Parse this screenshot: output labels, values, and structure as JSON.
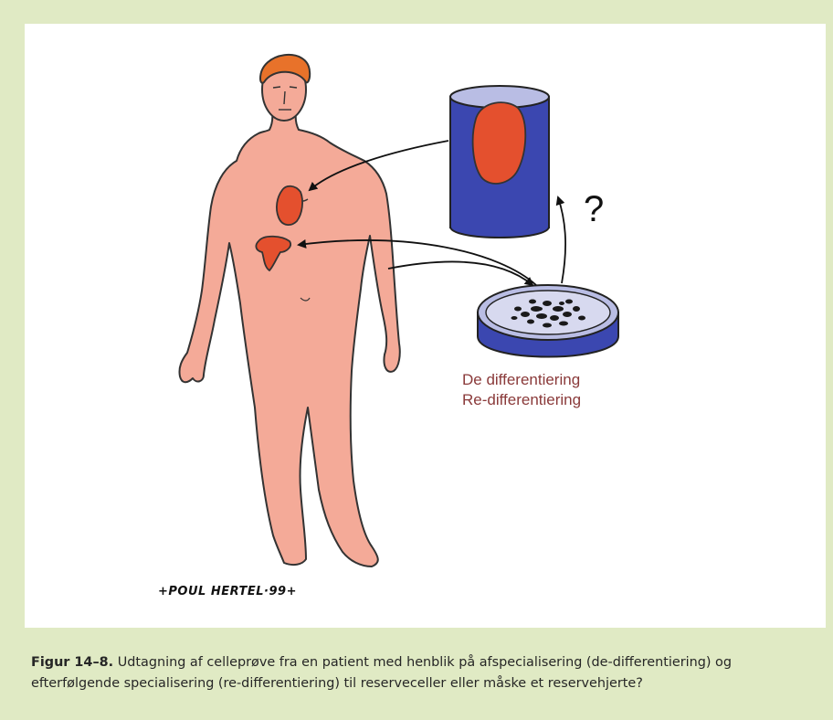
{
  "figure": {
    "labels": {
      "line1": "De differentiering",
      "line2": "Re-differentiering"
    },
    "question_mark": "?",
    "signature": "+POUL HERTEL·99+",
    "colors": {
      "page_background": "#e0eac4",
      "panel_background": "#ffffff",
      "skin": "#f4aa98",
      "hair": "#e8722a",
      "organ": "#e4502e",
      "dish_blue": "#3b47b0",
      "dish_inner": "#b9bde4",
      "label_text": "#8a3a3a"
    }
  },
  "caption": {
    "lead": "Figur 14–8.",
    "text": " Udtagning af celleprøve fra en patient med henblik på afspecialisering (de-differentie­ring) og efterfølgende specialisering (re-differentiering) til reserveceller eller måske et reservehjerte?"
  }
}
